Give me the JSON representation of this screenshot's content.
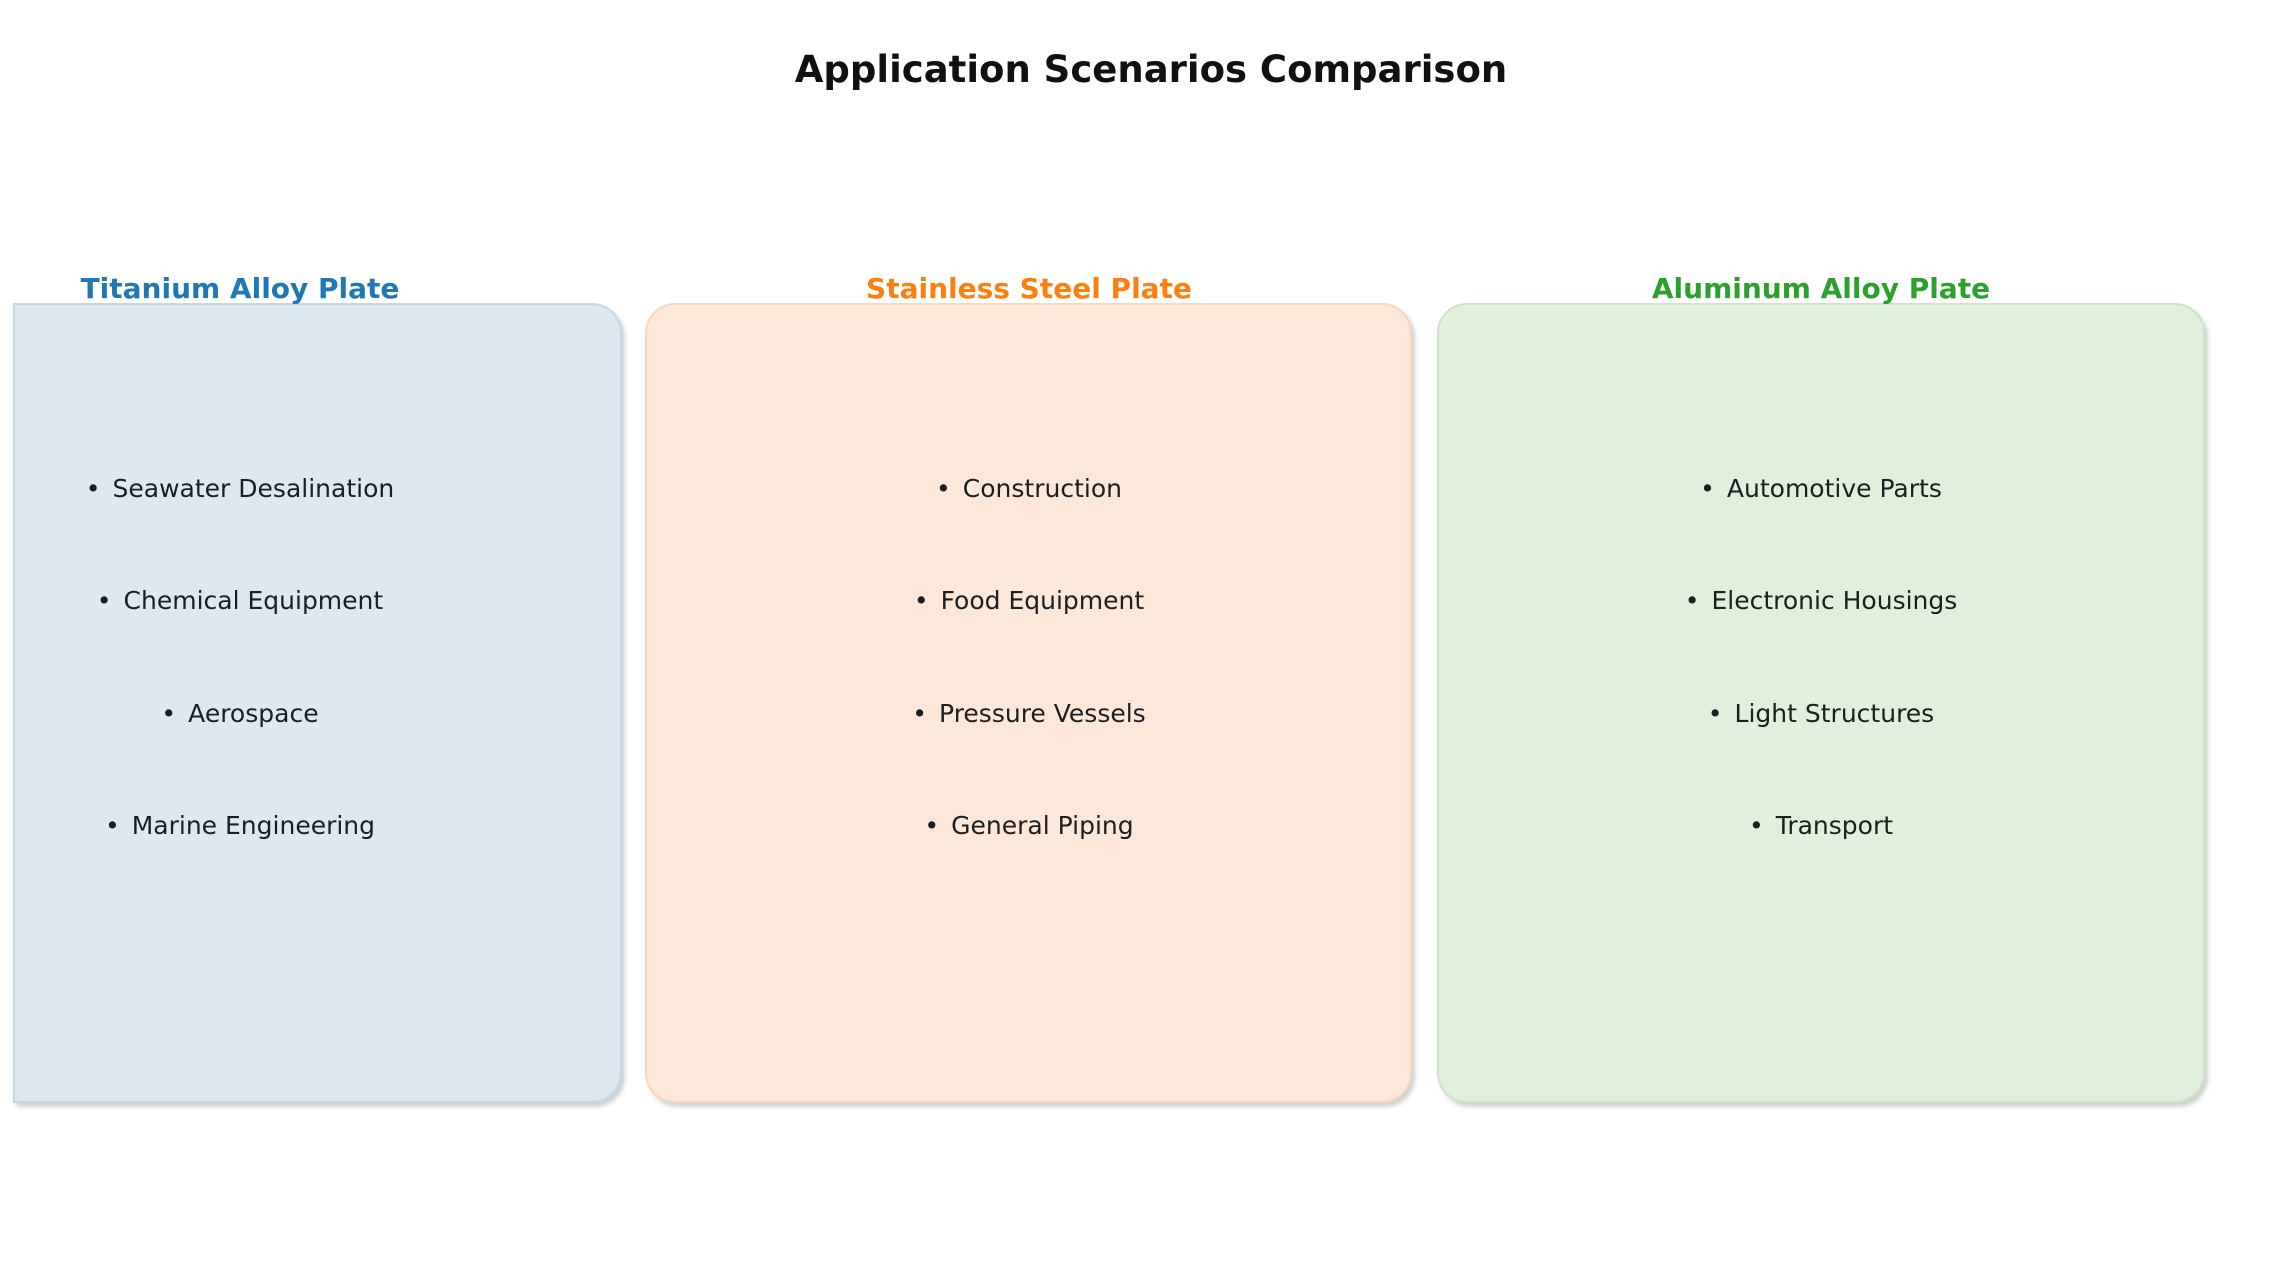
{
  "page": {
    "title": "Application Scenarios Comparison"
  },
  "bullet_glyph": "•",
  "panels": [
    {
      "id": "titanium-alloy-plate",
      "title": "Titanium Alloy Plate",
      "title_color": "#1f77b4",
      "fill_color": "#dde8f1",
      "items": [
        "Seawater Desalination",
        "Chemical Equipment",
        "Aerospace",
        "Marine Engineering"
      ]
    },
    {
      "id": "stainless-steel-plate",
      "title": "Stainless Steel Plate",
      "title_color": "#ff7f0e",
      "fill_color": "#fce7d8",
      "items": [
        "Construction",
        "Food Equipment",
        "Pressure Vessels",
        "General Piping"
      ]
    },
    {
      "id": "aluminum-alloy-plate",
      "title": "Aluminum Alloy Plate",
      "title_color": "#2ca02c",
      "fill_color": "#e1efdd",
      "items": [
        "Automotive Parts",
        "Electronic Housings",
        "Light Structures",
        "Transport"
      ]
    }
  ]
}
